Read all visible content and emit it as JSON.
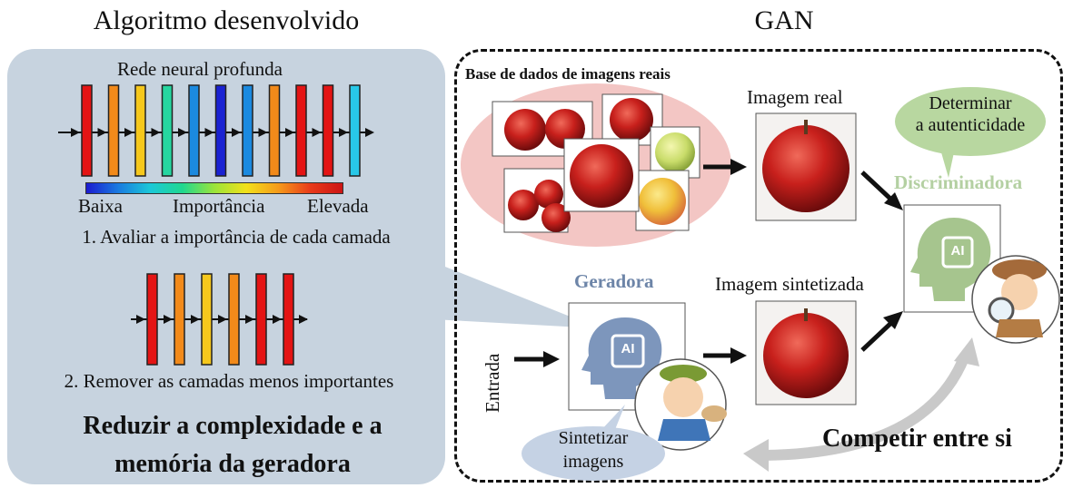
{
  "left": {
    "title": "Algoritmo desenvolvido",
    "network_title": "Rede neural profunda",
    "scale_low": "Baixa",
    "scale_mid": "Importância",
    "scale_high": "Elevada",
    "step1": "1. Avaliar a importância de cada camada",
    "step2": "2. Remover as camadas menos importantes",
    "reduce_line1": "Reduzir a complexidade e a",
    "reduce_line2": "memória da geradora",
    "layer_colors_full": [
      "#e41414",
      "#f28a1a",
      "#f6c81c",
      "#26d6a0",
      "#1b8ae0",
      "#1a22d2",
      "#1b8ae0",
      "#f28a1a",
      "#e41414",
      "#e41414",
      "#28c8e8"
    ],
    "layer_colors_pruned": [
      "#e41414",
      "#f28a1a",
      "#f6c81c",
      "#f28a1a",
      "#e41414",
      "#e41414"
    ]
  },
  "right": {
    "title": "GAN",
    "database_title": "Base de dados de imagens reais",
    "real_image_label": "Imagem real",
    "synth_image_label": "Imagem sintetizada",
    "generator_label": "Geradora",
    "discriminator_label": "Discriminadora",
    "determine_line1": "Determinar",
    "determine_line2": "a autenticidade",
    "synthesize_line1": "Sintetizar",
    "synthesize_line2": "imagens",
    "input_label": "Entrada",
    "compete_label": "Competir entre si",
    "ai_label": "AI"
  },
  "colors": {
    "panel_bg": "#c7d3df",
    "generator_text": "#6d85a8",
    "discriminator_text": "#b4d0a2",
    "database_bg": "#f3c6c4",
    "bubble_green": "#b8d7a0",
    "bubble_blue": "#c5d2e4"
  }
}
